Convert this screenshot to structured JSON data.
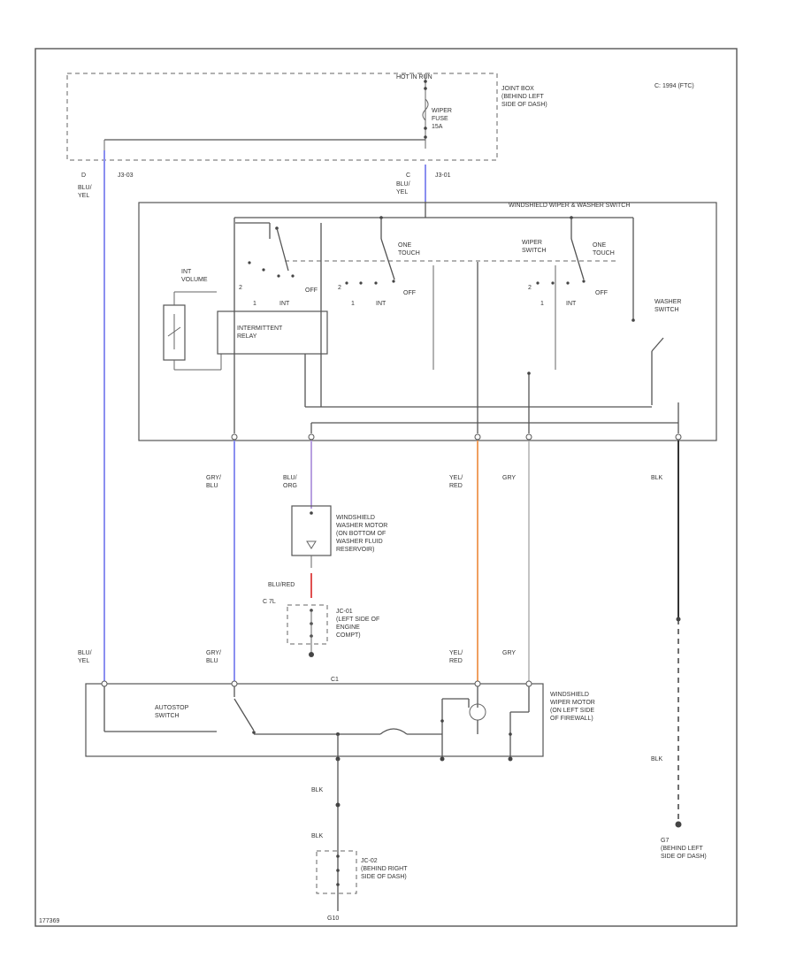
{
  "colors": {
    "blu": "#8a8ff0",
    "yel_red": "#f0a060",
    "blu_red": "#e05050",
    "blk": "#333333",
    "gry": "#aaaaaa"
  },
  "header": {
    "hot_in_run": "HOT IN RUN",
    "fuse": "WIPER\nFUSE\n15A",
    "joint_box": "JOINT BOX\n(BEHIND LEFT\nSIDE OF DASH)",
    "code": "C: 1994 (FTC)",
    "conn_j3_03": "J3-03",
    "conn_j3_01": "J3-01",
    "pin_d": "D",
    "pin_c": "C"
  },
  "switch_block": {
    "title": "WINDSHIELD WIPER & WASHER SWITCH",
    "int_volume": "INT\nVOLUME",
    "relay": "INTERMITTENT\nRELAY",
    "one_touch": "ONE\nTOUCH",
    "wiper_switch": "WIPER\nSWITCH",
    "one_touch_2": "ONE\nTOUCH",
    "washer_switch": "WASHER\nSWITCH",
    "pos_2": "2",
    "pos_1": "1",
    "int": "INT",
    "off": "OFF"
  },
  "wires": {
    "blu_yel": "BLU/\nYEL",
    "gry_blu": "GRY/\nBLU",
    "blu_org": "BLU/\nORG",
    "yel_red": "YEL/\nRED",
    "gry": "GRY",
    "blk": "BLK",
    "blu_red": "BLU/RED"
  },
  "washer_motor": {
    "label": "WINDSHIELD\nWASHER MOTOR\n(ON BOTTOM OF\nWASHER FLUID\nRESERVOIR)",
    "conn": "C 7L",
    "junction": "JC-01\n(LEFT SIDE OF\nENGINE\nCOMPT)"
  },
  "wiper_motor": {
    "label": "WINDSHIELD\nWIPER MOTOR\n(ON LEFT SIDE\nOF FIREWALL)",
    "conn": "C1",
    "autostop": "AUTOSTOP\nSWITCH"
  },
  "ground": {
    "junction": "JC-02\n(BEHIND RIGHT\nSIDE OF DASH)",
    "ground_g7": "G7\n(BEHIND LEFT\nSIDE OF DASH)",
    "ground_label": "G10"
  },
  "footer": {
    "fig_id": "177369"
  }
}
